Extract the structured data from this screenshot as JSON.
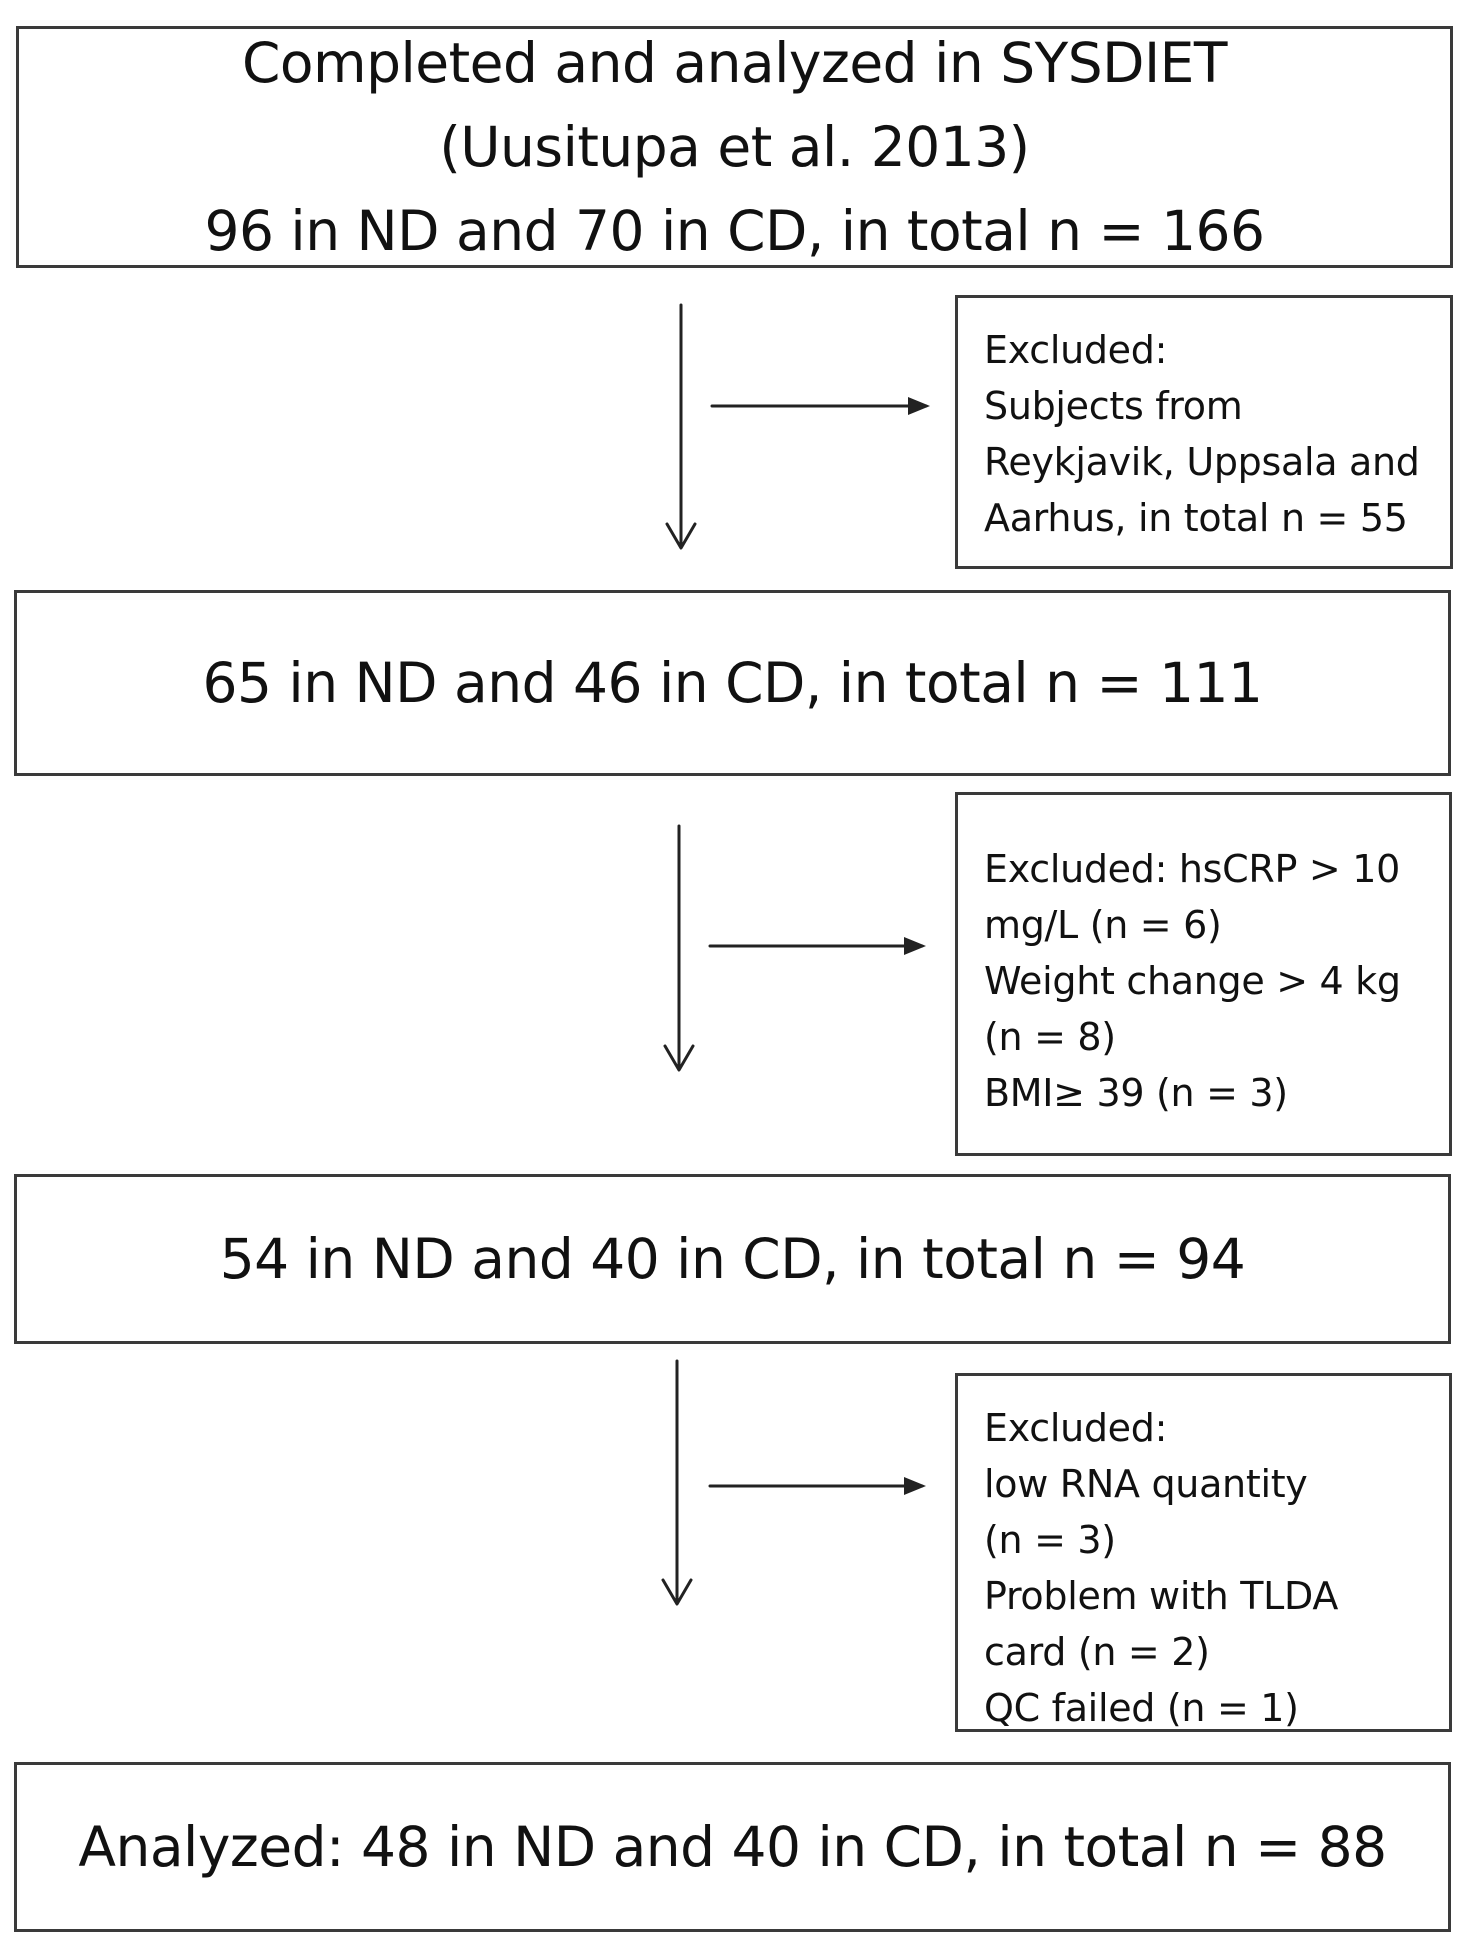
{
  "stages": [
    {
      "lines": [
        "Completed and analyzed in SYSDIET",
        "(Uusitupa et al. 2013)",
        "96 in ND and 70 in CD, in total n = 166"
      ]
    },
    {
      "lines": [
        "65 in ND and 46 in CD, in total n = 111"
      ]
    },
    {
      "lines": [
        "54 in ND and 40 in CD, in total n = 94"
      ]
    },
    {
      "lines": [
        "Analyzed: 48 in ND and 40 in CD, in total n = 88"
      ]
    }
  ],
  "exclusions": [
    {
      "lines": [
        "Excluded:",
        "Subjects from",
        "Reykjavik, Uppsala and",
        "Aarhus, in total n = 55"
      ]
    },
    {
      "lines": [
        "Excluded: hsCRP > 10",
        "mg/L (n = 6)",
        "Weight change > 4 kg",
        "(n = 8)",
        "BMI≥ 39 (n = 3)"
      ]
    },
    {
      "lines": [
        "Excluded:",
        "low RNA quantity",
        "(n = 3)",
        "Problem  with TLDA",
        "card (n = 2)",
        "QC failed (n = 1)"
      ]
    }
  ]
}
